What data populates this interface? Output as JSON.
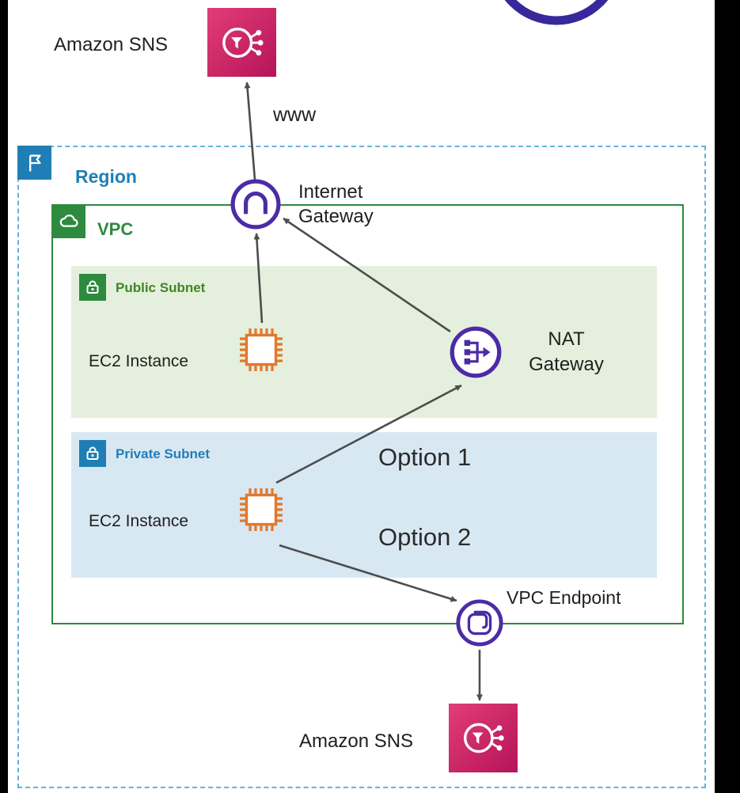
{
  "colors": {
    "purple": "#4b2ba6",
    "indigo_arc": "#37289b",
    "green": "#2d8a3e",
    "green_text": "#3f8624",
    "blue": "#1f7eb5",
    "light_green": "#e4f0dd",
    "light_blue": "#d8e8f3",
    "orange": "#e0792e",
    "pink_dark": "#b51459",
    "pink_light": "#e23d77",
    "arrow": "#4d4d4d",
    "text_dark": "#1f1f1f",
    "region_border": "#66b2d6"
  },
  "nodes": {
    "sns_top": {
      "label": "Amazon SNS"
    },
    "www": {
      "label": "www"
    },
    "region": {
      "label": "Region"
    },
    "internet_gateway": {
      "line1": "Internet",
      "line2": "Gateway"
    },
    "vpc": {
      "label": "VPC"
    },
    "public_subnet": {
      "label": "Public Subnet"
    },
    "ec2_public": {
      "label": "EC2 Instance"
    },
    "nat_gateway": {
      "line1": "NAT",
      "line2": "Gateway"
    },
    "private_subnet": {
      "label": "Private Subnet"
    },
    "ec2_private": {
      "label": "EC2 Instance"
    },
    "option1": {
      "label": "Option 1"
    },
    "option2": {
      "label": "Option 2"
    },
    "vpc_endpoint": {
      "label": "VPC Endpoint"
    },
    "sns_bottom": {
      "label": "Amazon SNS"
    }
  }
}
